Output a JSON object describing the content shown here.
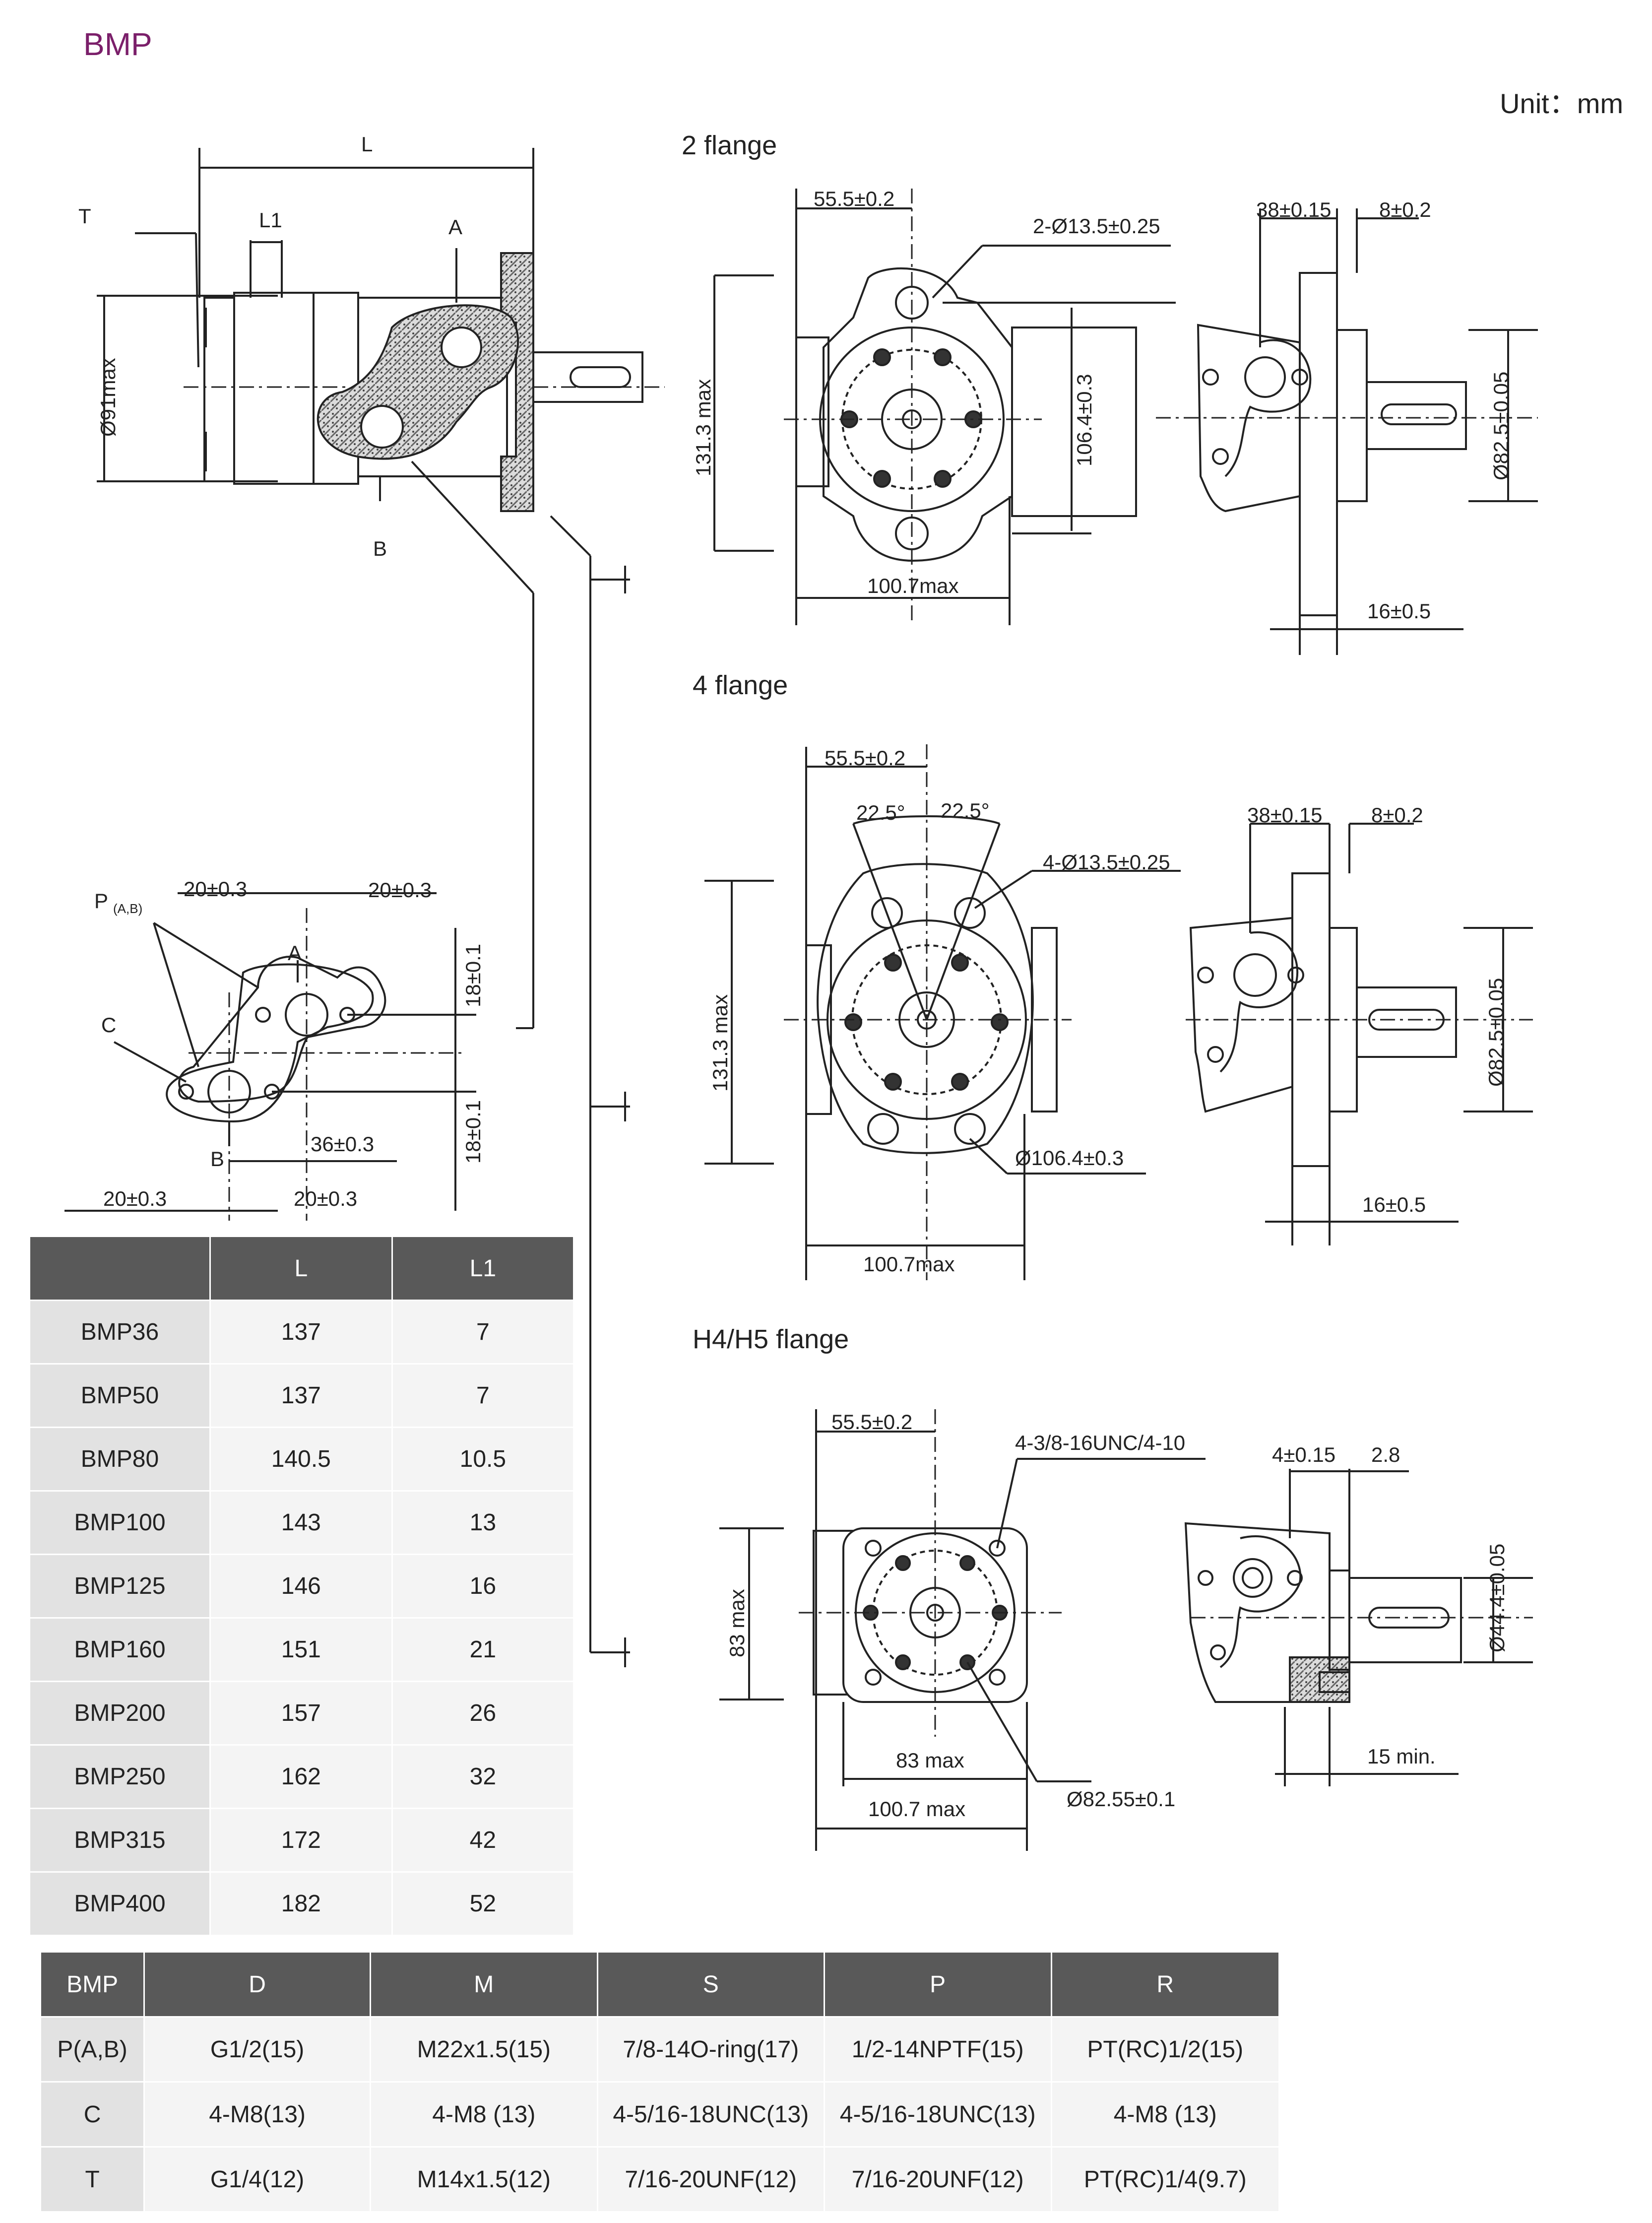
{
  "header": {
    "title": "BMP",
    "unit": "Unit：mm"
  },
  "flanges": {
    "f2": "2 flange",
    "f4": "4 flange",
    "h45": "H4/H5 flange"
  },
  "side_view": {
    "L": "L",
    "L1": "L1",
    "T": "T",
    "A": "A",
    "B": "B",
    "dia": "Ø91max"
  },
  "port_view": {
    "P": "P",
    "P_sub": "(A,B)",
    "C": "C",
    "A": "A",
    "B": "B",
    "d1": "20±0.3",
    "d2": "20±0.3",
    "d3": "18±0.1",
    "d4": "18±0.1",
    "d5": "36±0.3",
    "d6": "20±0.3",
    "d7": "20±0.3"
  },
  "flange2": {
    "top": "55.5±0.2",
    "holes": "2-Ø13.5±0.25",
    "height": "131.3 max",
    "pcd": "106.4±0.3",
    "width": "100.7max",
    "s1": "38±0.15",
    "s2": "8±0.2",
    "s3": "Ø82.5±0.05",
    "s4": "16±0.5"
  },
  "flange4": {
    "top": "55.5±0.2",
    "ang1": "22.5°",
    "ang2": "22.5°",
    "holes": "4-Ø13.5±0.25",
    "height": "131.3 max",
    "pcd": "Ø106.4±0.3",
    "width": "100.7max",
    "s1": "38±0.15",
    "s2": "8±0.2",
    "s3": "Ø82.5±0.05",
    "s4": "16±0.5"
  },
  "flangeH": {
    "top": "55.5±0.2",
    "holes": "4-3/8-16UNC/4-10",
    "height": "83 max",
    "inner": "83 max",
    "width": "100.7 max",
    "pcd": "Ø82.55±0.1",
    "s1": "4±0.15",
    "s2": "2.8",
    "s3": "Ø44.4±0.05",
    "s4": "15 min."
  },
  "model_table": {
    "headers": [
      "",
      "L",
      "L1"
    ],
    "rows": [
      [
        "BMP36",
        "137",
        "7"
      ],
      [
        "BMP50",
        "137",
        "7"
      ],
      [
        "BMP80",
        "140.5",
        "10.5"
      ],
      [
        "BMP100",
        "143",
        "13"
      ],
      [
        "BMP125",
        "146",
        "16"
      ],
      [
        "BMP160",
        "151",
        "21"
      ],
      [
        "BMP200",
        "157",
        "26"
      ],
      [
        "BMP250",
        "162",
        "32"
      ],
      [
        "BMP315",
        "172",
        "42"
      ],
      [
        "BMP400",
        "182",
        "52"
      ]
    ]
  },
  "port_table": {
    "headers": [
      "BMP",
      "D",
      "M",
      "S",
      "P",
      "R"
    ],
    "rows": [
      [
        "P(A,B)",
        "G1/2(15)",
        "M22x1.5(15)",
        "7/8-14O-ring(17)",
        "1/2-14NPTF(15)",
        "PT(RC)1/2(15)"
      ],
      [
        "C",
        "4-M8(13)",
        "4-M8 (13)",
        "4-5/16-18UNC(13)",
        "4-5/16-18UNC(13)",
        "4-M8 (13)"
      ],
      [
        "T",
        "G1/4(12)",
        "M14x1.5(12)",
        "7/16-20UNF(12)",
        "7/16-20UNF(12)",
        "PT(RC)1/4(9.7)"
      ]
    ]
  }
}
